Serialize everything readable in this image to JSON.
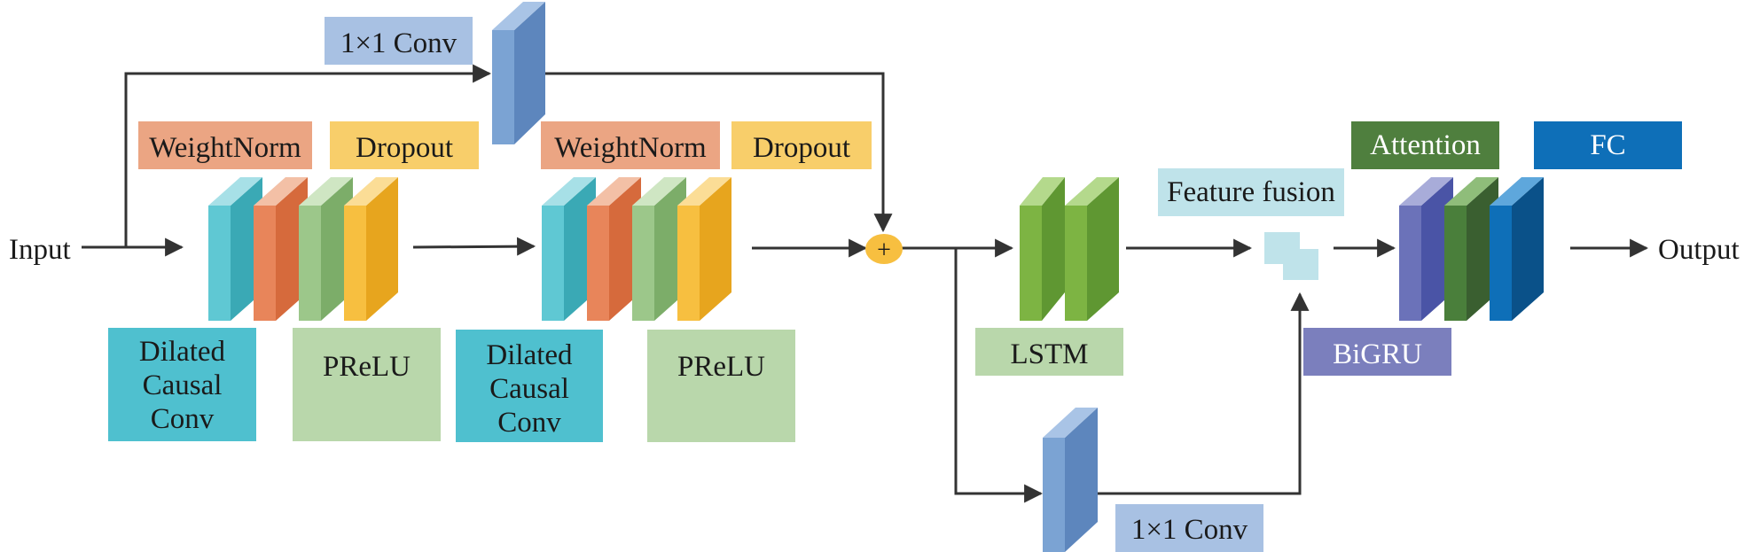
{
  "input_label": "Input",
  "output_label": "Output",
  "skip_conv_top": "1×1 Conv",
  "skip_conv_bottom": "1×1 Conv",
  "block1": {
    "weightnorm": "WeightNorm",
    "dropout": "Dropout",
    "dilated": [
      "Dilated",
      "Causal",
      "Conv"
    ],
    "prelu": "PReLU"
  },
  "block2": {
    "weightnorm": "WeightNorm",
    "dropout": "Dropout",
    "dilated": [
      "Dilated",
      "Causal",
      "Conv"
    ],
    "prelu": "PReLU"
  },
  "add_symbol": "+",
  "lstm": "LSTM",
  "feature_fusion": "Feature fusion",
  "bigru": "BiGRU",
  "attention": "Attention",
  "fc": "FC",
  "colors": {
    "conv_cyan": "#5fc8d3",
    "weightnorm_orange": "#e8855a",
    "prelu_green": "#9cc78a",
    "dropout_yellow": "#f7bf40",
    "skip_blue": "#7ba3d3",
    "lstm_green": "#7db443",
    "fusion_lightblue": "#bfe3ea",
    "bigru_purple": "#6b72b9",
    "attention_green": "#4a7f3b",
    "fc_blue": "#0e6fb8",
    "add_node": "#f7bf40",
    "label_weightnorm": "#eba583",
    "label_dropout": "#f8ce6a",
    "label_dilated": "#4fc0cf",
    "label_prelu": "#b9d7ab",
    "label_conv1x1": "#a8c1e3",
    "label_lstm": "#b9d7ab",
    "label_fusion": "#bfe3ea",
    "label_bigru": "#7b7fbd",
    "label_attention": "#4f7f3e",
    "label_fc": "#0e6fb8"
  }
}
